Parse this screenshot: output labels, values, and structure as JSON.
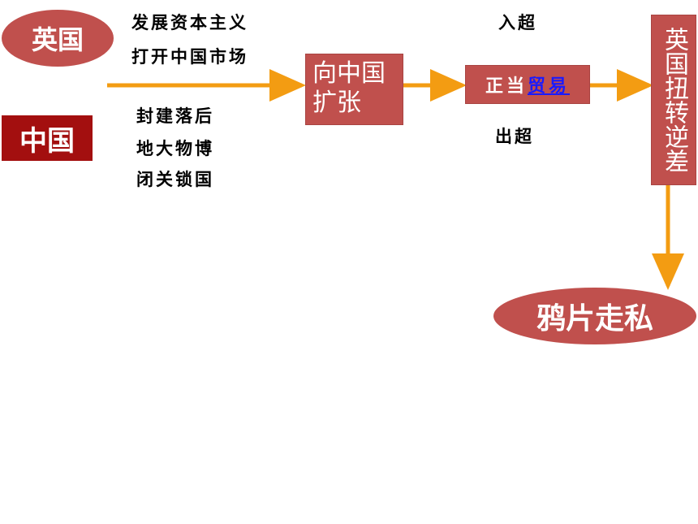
{
  "nodes": {
    "britain": "英国",
    "china": "中国",
    "expand": "向中国扩张",
    "trade_prefix": "正当",
    "trade_link": "贸易",
    "reverse": "英国扭转逆差",
    "opium": "鸦片走私"
  },
  "britain_notes": [
    "发展资本主义",
    "打开中国市场"
  ],
  "china_notes": [
    "封建落后",
    "地大物博",
    "闭关锁国"
  ],
  "trade_notes": {
    "import": "入超",
    "export": "出超"
  },
  "colors": {
    "node_fill": "#c0504d",
    "china_fill": "#a30f0f",
    "arrow": "#f39c12",
    "link": "#1a1aff"
  }
}
